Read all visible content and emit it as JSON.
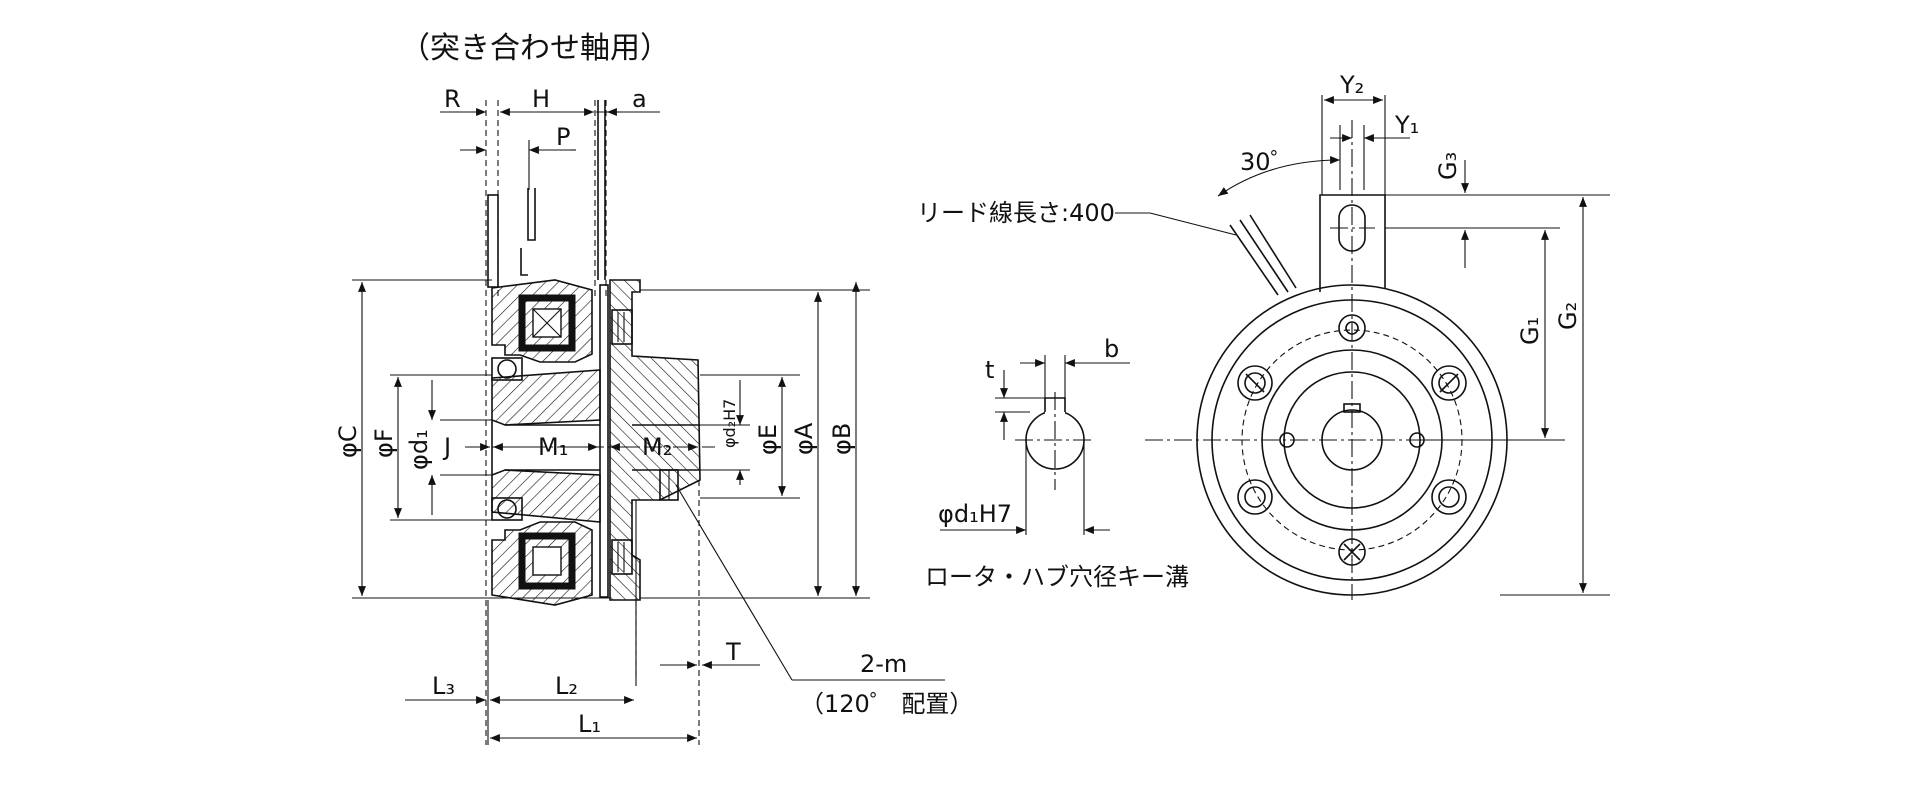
{
  "title": "（突き合わせ軸用）",
  "labels": {
    "R": "R",
    "H": "H",
    "a": "a",
    "P": "P",
    "phiC": "φC",
    "phiF": "φF",
    "phid1": "φd₁",
    "J": "J",
    "M1": "M₁",
    "M2": "M₂",
    "phid2H7": "φd₂H7",
    "phiE": "φE",
    "phiA": "φA",
    "phiB": "φB",
    "L3": "L₃",
    "L2": "L₂",
    "L1": "L₁",
    "T": "T",
    "m": "2-m",
    "m_note": "（120゜ 配置）",
    "lead": "リード線長さ:400",
    "angle": "30゜",
    "Y2": "Y₂",
    "Y1": "Y₁",
    "G3": "G₃",
    "G1": "G₁",
    "G2": "G₂",
    "t": "t",
    "b": "b",
    "phid1H7": "φd₁H7",
    "keyway": "ロータ・ハブ穴径キー溝"
  }
}
